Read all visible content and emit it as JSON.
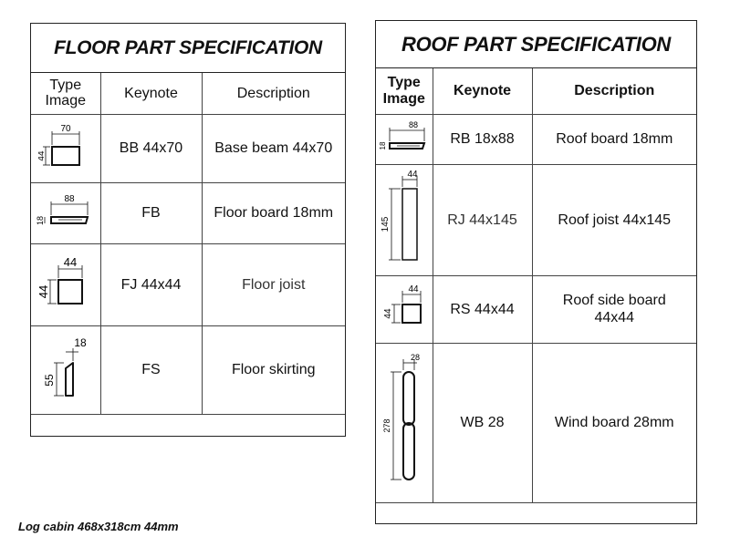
{
  "floor": {
    "title": "FLOOR PART SPECIFICATION",
    "headers": {
      "image": "Type Image",
      "keynote": "Keynote",
      "description": "Description"
    },
    "rows": [
      {
        "icon": "base-beam-profile-icon",
        "dims": {
          "w": "70",
          "h": "44"
        },
        "keynote": "BB 44x70",
        "description": "Base beam 44x70"
      },
      {
        "icon": "floor-board-profile-icon",
        "dims": {
          "w": "88",
          "h": "18"
        },
        "keynote": "FB",
        "description": "Floor board 18mm"
      },
      {
        "icon": "floor-joist-profile-icon",
        "dims": {
          "w": "44",
          "h": "44"
        },
        "keynote": "FJ 44x44",
        "description": "Floor joist"
      },
      {
        "icon": "floor-skirting-profile-icon",
        "dims": {
          "w": "18",
          "h": "55"
        },
        "keynote": "FS",
        "description": "Floor skirting"
      }
    ]
  },
  "roof": {
    "title": "ROOF PART SPECIFICATION",
    "headers": {
      "image": "Type Image",
      "keynote": "Keynote",
      "description": "Description"
    },
    "rows": [
      {
        "icon": "roof-board-profile-icon",
        "dims": {
          "w": "88",
          "h": "18"
        },
        "keynote": "RB 18x88",
        "description": "Roof board 18mm"
      },
      {
        "icon": "roof-joist-profile-icon",
        "dims": {
          "w": "44",
          "h": "145"
        },
        "keynote": "RJ 44x145",
        "description": "Roof joist 44x145"
      },
      {
        "icon": "roof-side-board-profile-icon",
        "dims": {
          "w": "44",
          "h": "44"
        },
        "keynote": "RS 44x44",
        "description": "Roof side board 44x44"
      },
      {
        "icon": "wind-board-profile-icon",
        "dims": {
          "w": "28",
          "h": "278"
        },
        "keynote": "WB 28",
        "description": "Wind board 28mm"
      }
    ]
  },
  "caption": "Log cabin 468x318cm 44mm"
}
